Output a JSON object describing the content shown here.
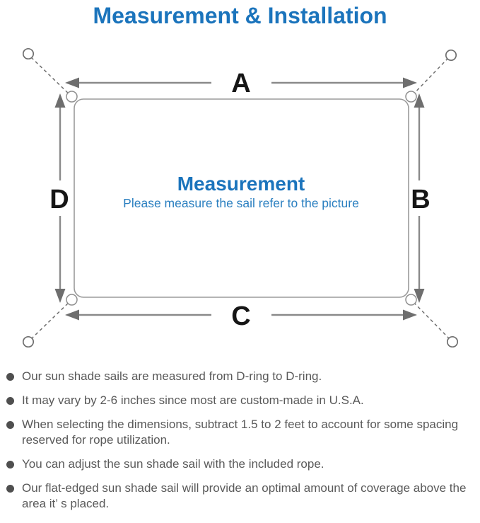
{
  "title": "Measurement & Installation",
  "diagram": {
    "center_title": "Measurement",
    "center_subtitle": "Please measure the sail refer to the picture",
    "dimension_labels": {
      "top": "A",
      "right": "B",
      "bottom": "C",
      "left": "D"
    }
  },
  "notes": {
    "items": [
      "Our sun shade sails are measured from D-ring to D-ring.",
      "It may vary by 2-6 inches since most are custom-made in U.S.A.",
      "When selecting the dimensions, subtract 1.5 to 2 feet to account for some spacing reserved for rope utilization.",
      "You can adjust the sun shade sail with the included rope.",
      "Our flat-edged sun shade sail will provide an optimal amount of coverage above the area it’ s placed."
    ]
  },
  "colors": {
    "title_blue": "#1b74bc",
    "subtitle_blue": "#2a7fc0",
    "diagram_line_gray": "#8a8a8a",
    "arrowhead_gray": "#6e6e6e",
    "note_text_gray": "#595959"
  }
}
